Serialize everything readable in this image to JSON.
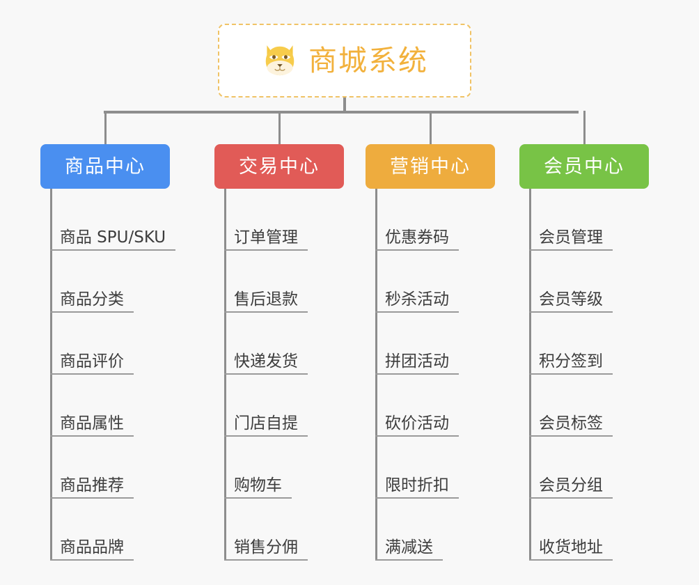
{
  "background_color": "#f8f8f8",
  "connector_color": "#8d8d8d",
  "root": {
    "title": "商城系统",
    "icon": "shiba-dog-icon",
    "text_color": "#f2b13c",
    "border_color": "#f0c366",
    "background_color": "#ffffff"
  },
  "branches": [
    {
      "label": "商品中心",
      "color": "#4a8ff0",
      "items": [
        "商品 SPU/SKU",
        "商品分类",
        "商品评价",
        "商品属性",
        "商品推荐",
        "商品品牌"
      ]
    },
    {
      "label": "交易中心",
      "color": "#e15b57",
      "items": [
        "订单管理",
        "售后退款",
        "快递发货",
        "门店自提",
        "购物车",
        "销售分佣"
      ]
    },
    {
      "label": "营销中心",
      "color": "#eeac3e",
      "items": [
        "优惠券码",
        "秒杀活动",
        "拼团活动",
        "砍价活动",
        "限时折扣",
        "满减送"
      ]
    },
    {
      "label": "会员中心",
      "color": "#78c346",
      "items": [
        "会员管理",
        "会员等级",
        "积分签到",
        "会员标签",
        "会员分组",
        "收货地址"
      ]
    }
  ]
}
